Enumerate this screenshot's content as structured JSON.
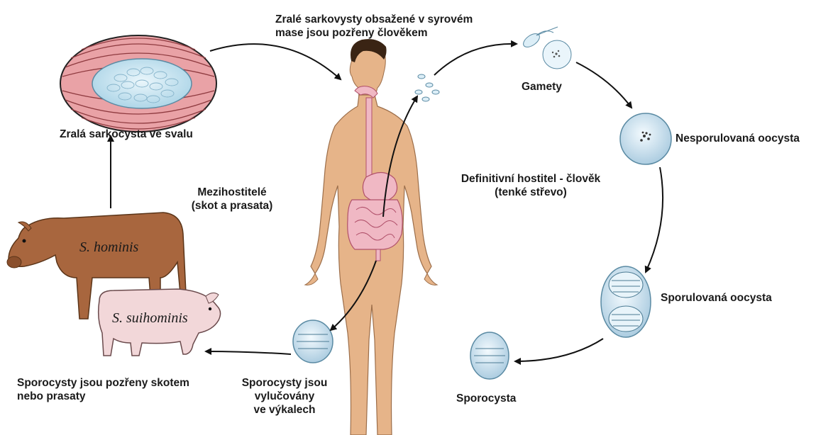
{
  "labels": {
    "human_ingest": [
      "Zralé sarkovysty obsažené v syrovém",
      "mase jsou pozřeny člověkem"
    ],
    "gametes": "Gamety",
    "unsporulated": "Nesporulovaná oocysta",
    "definitive_host": [
      "Definitivní hostitel - člověk",
      "(tenké střevo)"
    ],
    "sporulated": "Sporulovaná oocysta",
    "sporocyst": "Sporocysta",
    "excreted": [
      "Sporocysty jsou",
      "vylučovány",
      "ve výkalech"
    ],
    "ingested_by_animals": [
      "Sporocysty jsou pozřeny skotem",
      "nebo prasaty"
    ],
    "intermediate_hosts": [
      "Mezihostitelé",
      "(skot a prasata)"
    ],
    "mature_sarcocyst": "Zralá sarkocysta ve svalu",
    "cow_species": "S. hominis",
    "pig_species": "S. suihominis"
  },
  "colors": {
    "skin": "#E6B489",
    "skin_shade": "#C99468",
    "hair": "#3a2414",
    "gut": "#F0B8C4",
    "gut_line": "#B0506A",
    "cow": "#A8663E",
    "pig": "#F2D7D9",
    "muscle": "#E9A2A6",
    "cyst": "#BFE3F0",
    "oocyst": "#D6EAF6",
    "arrow": "#111111"
  }
}
